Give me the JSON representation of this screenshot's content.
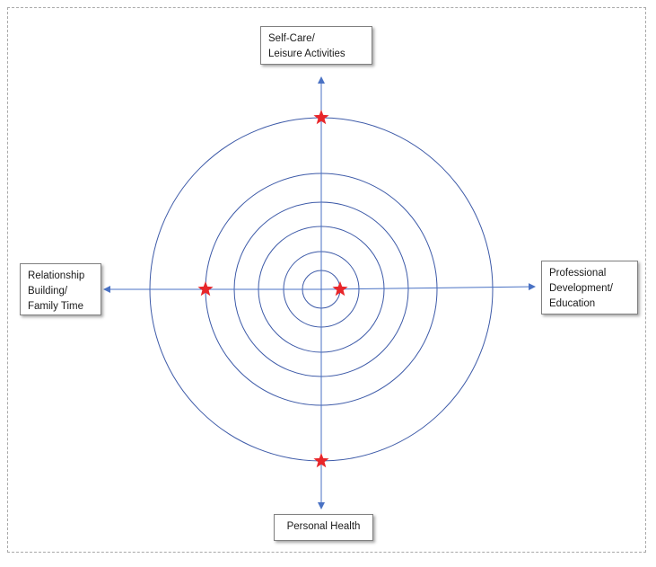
{
  "axes": {
    "top": "Self-Care/\nLeisure Activities",
    "left": "Relationship\nBuilding/\nFamily Time",
    "right": "Professional\nDevelopment/\nEducation",
    "bottom": "Personal Health"
  },
  "colors": {
    "circle": "#3d5aa8",
    "axis": "#4a72c4",
    "star": "#e8262a",
    "label_border": "#808080"
  },
  "rings": 6,
  "markers": [
    {
      "axis": "top",
      "ring": 6
    },
    {
      "axis": "left",
      "ring": 5
    },
    {
      "axis": "right",
      "ring": 1
    },
    {
      "axis": "bottom",
      "ring": 6
    }
  ]
}
